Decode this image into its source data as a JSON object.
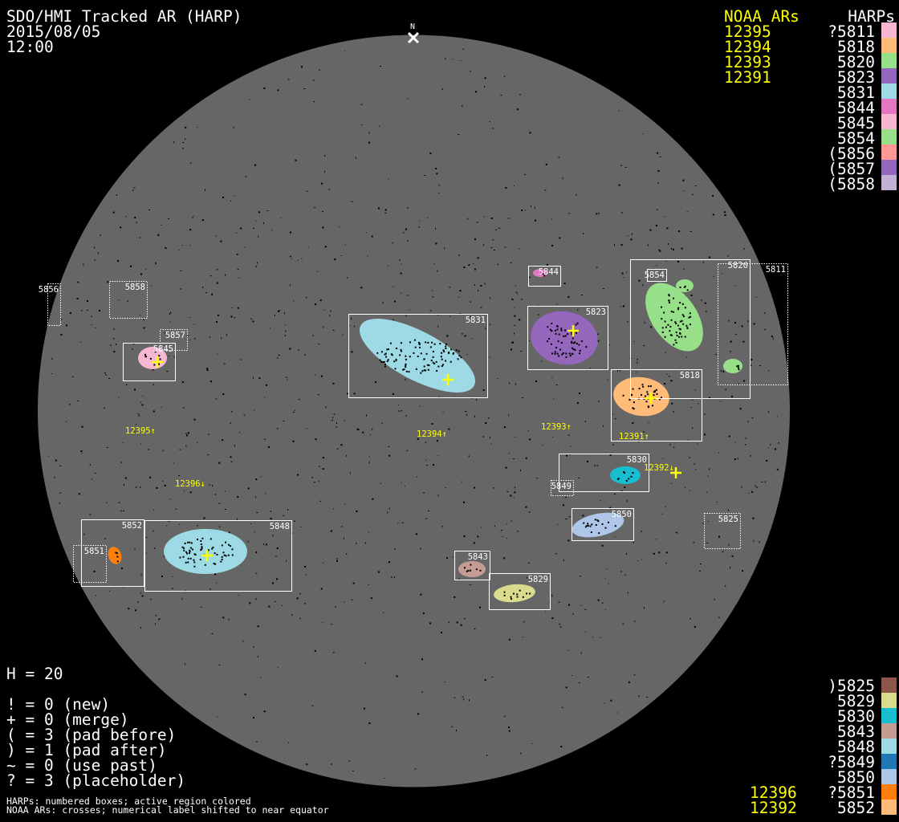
{
  "header": {
    "title": "SDO/HMI Tracked AR (HARP)",
    "date": "2015/08/05",
    "time": "12:00",
    "north_label": "N"
  },
  "legend_top": {
    "noaa_heading": "NOAA ARs",
    "harps_heading": "HARPs",
    "noaa": [
      "12395",
      "12394",
      "12393",
      "12391"
    ],
    "harps": [
      {
        "label": "?5811",
        "color": "#f7b6d2"
      },
      {
        "label": "5818",
        "color": "#ffbb78"
      },
      {
        "label": "5820",
        "color": "#98df8a"
      },
      {
        "label": "5823",
        "color": "#9467bd"
      },
      {
        "label": "5831",
        "color": "#9edae5"
      },
      {
        "label": "5844",
        "color": "#e377c2"
      },
      {
        "label": "5845",
        "color": "#f7b6d2"
      },
      {
        "label": "5854",
        "color": "#98df8a"
      },
      {
        "label": "(5856",
        "color": "#ff9896"
      },
      {
        "label": "(5857",
        "color": "#9467bd"
      },
      {
        "label": "(5858",
        "color": "#c5b0d5"
      }
    ]
  },
  "legend_bottom": {
    "noaa": [
      "12396",
      "12392"
    ],
    "harps": [
      {
        "label": ")5825",
        "color": "#8c564b"
      },
      {
        "label": "5829",
        "color": "#dbdb8d"
      },
      {
        "label": "5830",
        "color": "#17becf"
      },
      {
        "label": "5843",
        "color": "#c49c94"
      },
      {
        "label": "5848",
        "color": "#9edae5"
      },
      {
        "label": "?5849",
        "color": "#1f77b4"
      },
      {
        "label": "5850",
        "color": "#aec7e8"
      },
      {
        "label": "?5851",
        "color": "#ff7f0e"
      },
      {
        "label": "5852",
        "color": "#ffbb78"
      }
    ]
  },
  "stats": {
    "h": "H = 20",
    "lines": [
      "! = 0 (new)",
      "+ = 0 (merge)",
      "( = 3 (pad before)",
      ") = 1 (pad after)",
      "~ = 0 (use past)",
      "? = 3 (placeholder)"
    ]
  },
  "footnotes": [
    "HARPs: numbered boxes; active region colored",
    "NOAA ARs: crosses; numerical label shifted to near equator"
  ],
  "disk": {
    "disk_color": "#666666",
    "box_labels": [
      "5856",
      "5858",
      "5857",
      "5845",
      "5831",
      "5844",
      "5823",
      "5854",
      "5820",
      "5811",
      "5818",
      "5830",
      "5849",
      "5850",
      "5825",
      "5852",
      "5851",
      "5848",
      "5843",
      "5829"
    ],
    "noaa_labels": [
      "12395↑",
      "12394↑",
      "12393↑",
      "12391↑",
      "12392↓",
      "12396↓"
    ]
  }
}
